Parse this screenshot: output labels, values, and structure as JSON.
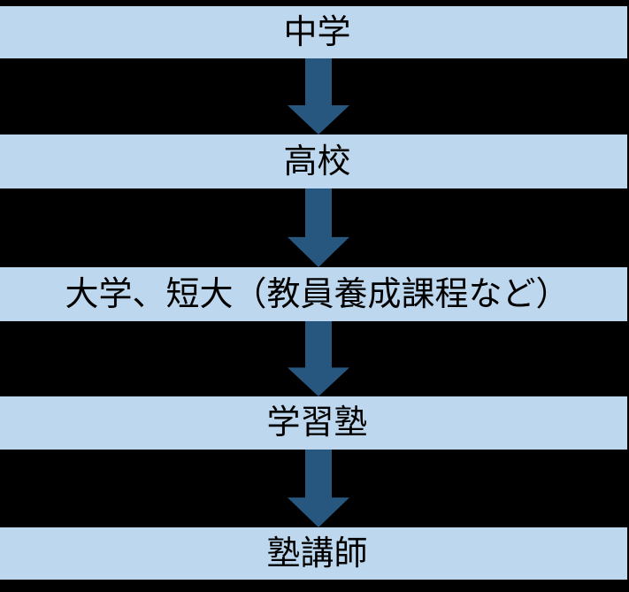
{
  "diagram": {
    "steps": [
      {
        "label": "中学"
      },
      {
        "label": "高校"
      },
      {
        "label": "大学、短大（教員養成課程など）"
      },
      {
        "label": "学習塾"
      },
      {
        "label": "塾講師"
      }
    ],
    "connector": "down-arrow",
    "colors": {
      "background": "#000000",
      "bar_bg": "#BDD7EE",
      "arrow": "#27567F",
      "text": "#000000"
    }
  }
}
